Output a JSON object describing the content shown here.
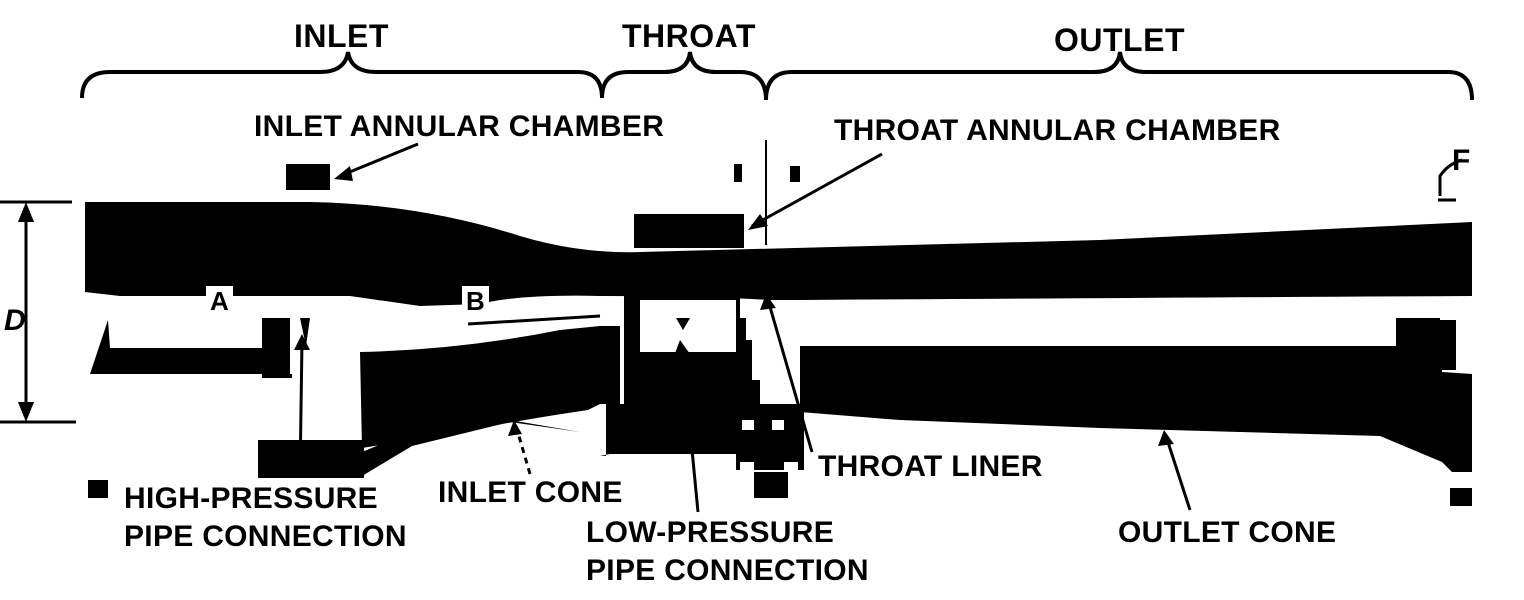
{
  "sections": {
    "inlet": "INLET",
    "throat": "THROAT",
    "outlet": "OUTLET"
  },
  "labels": {
    "inlet_annular_chamber": "INLET ANNULAR CHAMBER",
    "throat_annular_chamber": "THROAT ANNULAR CHAMBER",
    "high_pressure_line1": "HIGH-PRESSURE",
    "high_pressure_line2": "PIPE CONNECTION",
    "inlet_cone": "INLET CONE",
    "low_pressure_line1": "LOW-PRESSURE",
    "low_pressure_line2": "PIPE CONNECTION",
    "throat_liner": "THROAT LINER",
    "outlet_cone": "OUTLET CONE",
    "diameter": "D",
    "point_a": "A",
    "point_b": "B",
    "section_mark": "F"
  },
  "colors": {
    "ink": "#000000",
    "paper": "#ffffff"
  }
}
